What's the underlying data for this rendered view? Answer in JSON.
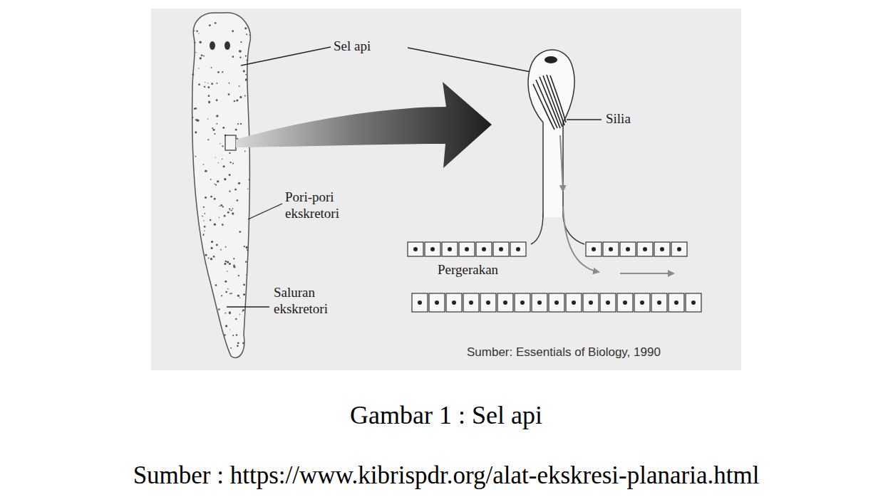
{
  "diagram": {
    "caption": "Gambar 1 : Sel api",
    "labels": [
      "Sel api",
      "Silia",
      "Pori-pori ekskretori",
      "Saluran ekskretori",
      "Pergerakan",
      "Sumber: Essentials of Biology, 1990",
      "Sumber : https://www.kibrispdr.org/alat-ekskresi-planaria.html"
    ]
  }
}
